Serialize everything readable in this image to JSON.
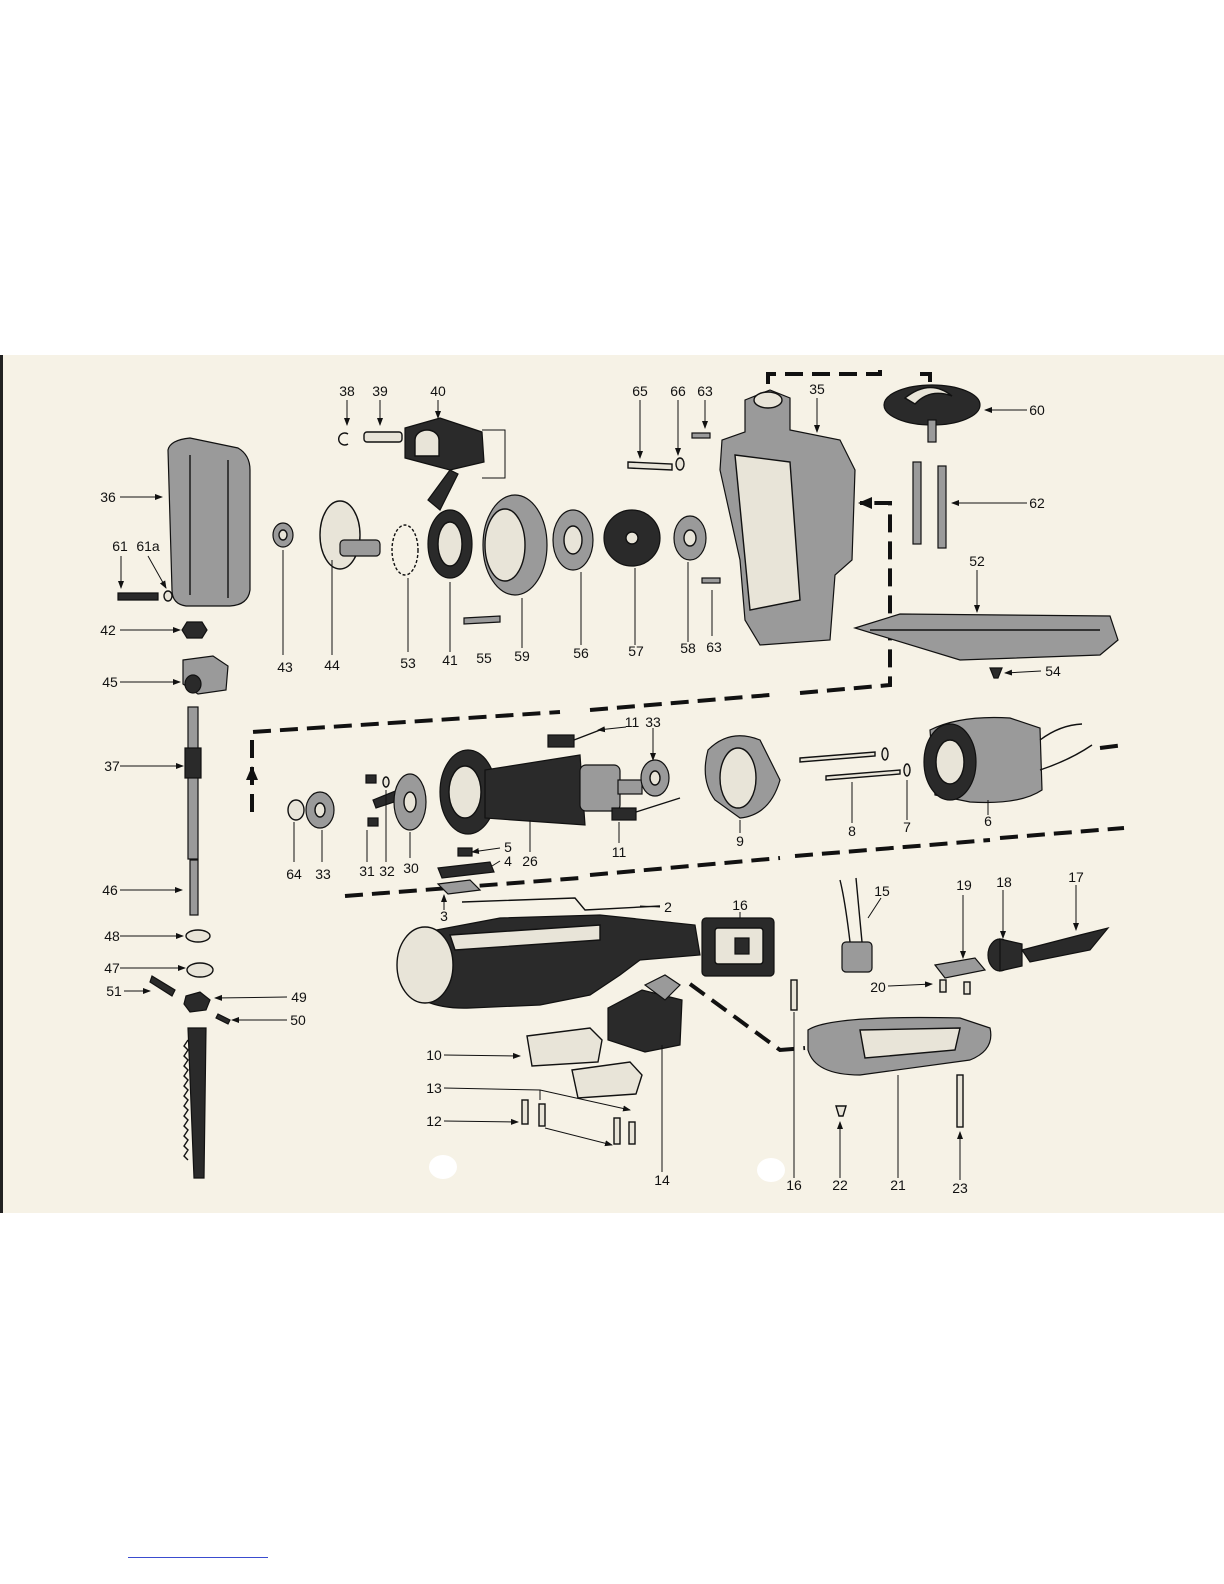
{
  "callouts": [
    "38",
    "39",
    "40",
    "65",
    "66",
    "63",
    "35",
    "60",
    "36",
    "62",
    "61",
    "61a",
    "52",
    "42",
    "43",
    "44",
    "53",
    "41",
    "55",
    "59",
    "56",
    "57",
    "58",
    "63",
    "54",
    "45",
    "37",
    "11",
    "33",
    "64",
    "33",
    "31",
    "32",
    "30",
    "26",
    "11",
    "9",
    "8",
    "7",
    "6",
    "46",
    "5",
    "4",
    "3",
    "2",
    "16",
    "15",
    "19",
    "18",
    "17",
    "48",
    "47",
    "49",
    "51",
    "50",
    "20",
    "10",
    "13",
    "12",
    "14",
    "16",
    "22",
    "21",
    "23"
  ]
}
